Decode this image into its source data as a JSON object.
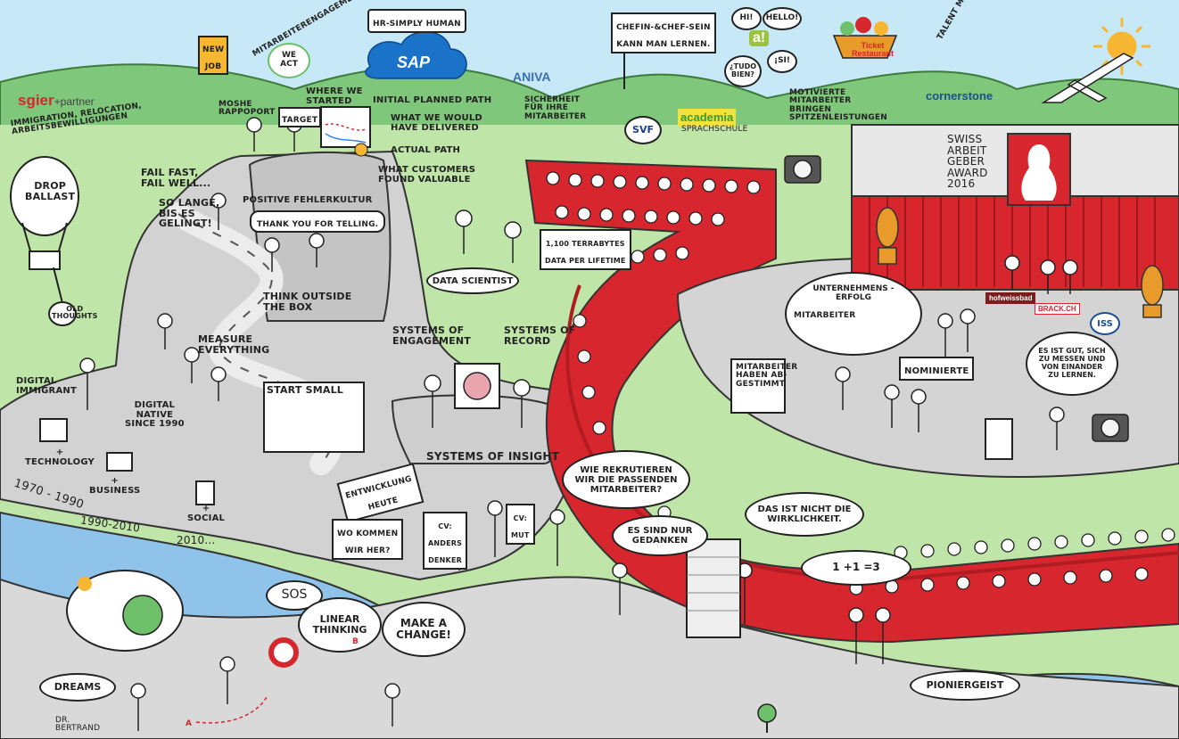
{
  "palette": {
    "sky": "#c7e9f7",
    "hill": "#7fc77a",
    "field": "#bfe5a8",
    "rock": "#cfcfcf",
    "rock_dark": "#a9a9a9",
    "water": "#8fc3ea",
    "red": "#d7262d",
    "stage_floor": "#d4d4d4",
    "sun": "#f7b733"
  },
  "top_logos": {
    "sgier": "sgier",
    "sgier_partner": "+partner",
    "new_job": "NEW\nJOB",
    "we_act": "WE\nACT",
    "hr_simply_human": "HR-SIMPLY HUMAN",
    "sap": "SAP",
    "aniva": "ANIVA",
    "svf": "SVF",
    "academia": "academia",
    "sprachschule": "SPRACHSCHULE",
    "hi": "Hi!",
    "hello": "HELLO!",
    "todo_bien": "¿TUDO\nBIEN?",
    "si": "¡SI!",
    "a": "a!",
    "ticket": "Ticket\nRestaurant",
    "cornerstone": "cornerstone",
    "hofweissbad": "hofweissbad",
    "brack": "BRACK.CH",
    "iss": "ISS"
  },
  "labels": {
    "mitarbeiterengagement": "MITARBEITERENGAGEMENT",
    "immigration": "IMMIGRATION, RELOCATION,\nARBEITSBEWILLIGUNGEN",
    "moshe": "MOSHE\nRAPPOPORT",
    "target": "TARGET",
    "where_we_started": "WHERE WE\nSTARTED",
    "initial_path": "INITIAL PLANNED PATH",
    "would_have": "WHAT WE WOULD\nHAVE DELIVERED",
    "actual_path": "ACTUAL PATH",
    "customers": "WHAT CUSTOMERS\nFOUND VALUABLE",
    "chefin": "CHEFIN-&CHEF-SEIN\nKANN MAN LERNEN.",
    "sicherheit": "SICHERHEIT\nFÜR IHRE\nMITARBEITER",
    "motivierte": "MOTIVIERTE\nMITARBEITER\nBRINGEN\nSPITZENLEISTUNGEN",
    "talent": "TALENT MANAGEMENT SOFTWARE",
    "drop_ballast": "DROP\nBALLAST",
    "old_thoughts": "OLD\nTHOUGHTS",
    "fail_fast": "FAIL FAST,\nFAIL WELL...",
    "so_lange": "SO LANGE,\nBIS ES\nGELINGT!",
    "fehlerkultur": "POSITIVE FEHLERKULTUR",
    "thank_you": "THANK YOU FOR TELLING.",
    "think_outside": "THINK OUTSIDE\nTHE BOX",
    "measure": "MEASURE\nEVERYTHING",
    "start_small": "START  SMALL",
    "data_scientist": "DATA SCIENTIST",
    "terrabytes": "1,100 TERRABYTES\nDATA PER LIFETIME",
    "engagement": "SYSTEMS OF\nENGAGEMENT",
    "record": "SYSTEMS OF\nRECORD",
    "insight": "SYSTEMS OF INSIGHT",
    "digital_immigrant": "DIGITAL\nIMMIGRANT",
    "digital_native": "DIGITAL\nNATIVE\nSINCE 1990",
    "technology": "+\nTECHNOLOGY",
    "business": "+\nBUSINESS",
    "social": "+\nSOCIAL",
    "era1": "1970 - 1990",
    "era2": "1990-2010",
    "era3": "2010...",
    "entwicklung": "ENTWICKLUNG\nHEUTE",
    "wo_kommen": "WO KOMMEN\nWIR HER?",
    "anders": "CV:\nANDERS\nDENKER",
    "mut": "CV:\nMUT",
    "rekrutieren": "WIE REKRUTIEREN\nWIR DIE PASSENDEN\nMITARBEITER?",
    "gedanken": "ES SIND NUR\nGEDANKEN",
    "wirklichkeit": "DAS IST NICHT DIE\nWIRKLICHKEIT.",
    "equation": "1 +1 =3",
    "award": "SWISS\nARBEIT\nGEBER\nAWARD\n2016",
    "unternehmens": "UNTERNEHMENS -\nERFOLG",
    "mitarbeiter": "MITARBEITER",
    "abgestimmt": "MITARBEITER\nHABEN AB-\nGESTIMMT",
    "nominierte": "NOMINIERTE",
    "messen": "ES IST GUT, SICH\nZU MESSEN UND\nVON EINANDER\nZU LERNEN.",
    "sos": "SOS",
    "linear": "LINEAR\nTHINKING",
    "change": "MAKE A\nCHANGE!",
    "dreams": "DREAMS",
    "bertrand": "DR.\nBERTRAND",
    "pioniergeist": "PIONIERGEIST",
    "route_a": "A",
    "route_b": "B"
  }
}
